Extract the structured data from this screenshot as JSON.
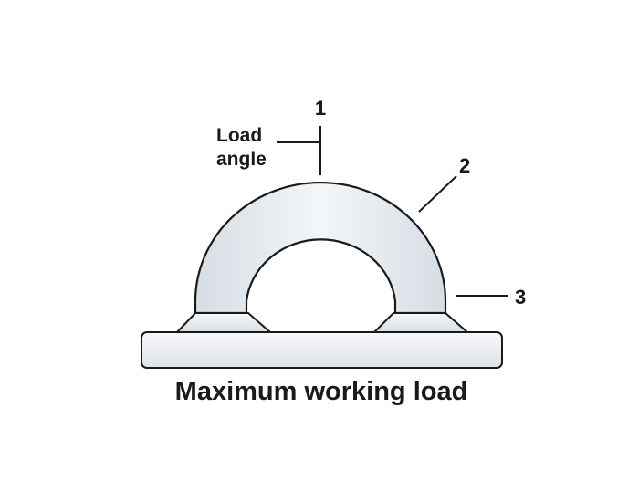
{
  "diagram": {
    "title": "Maximum working load",
    "load_angle_label_line1": "Load",
    "load_angle_label_line2": "angle",
    "callouts": [
      "1",
      "2",
      "3"
    ]
  },
  "colors": {
    "ring_fill": "#e6ebef",
    "weld_fill": "#eceff1",
    "base_fill": "#f0f1f2",
    "outline": "#1a1a1a"
  },
  "icons": {
    "lashing_ring": "lashing-ring-icon"
  }
}
